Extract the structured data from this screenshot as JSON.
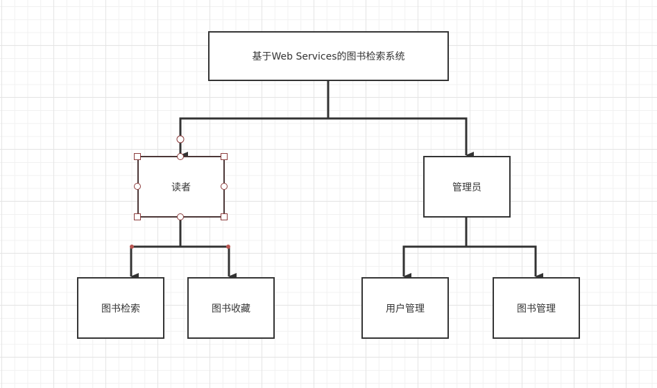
{
  "diagram": {
    "type": "hierarchy",
    "nodes": [
      {
        "id": "root",
        "label": "基于Web Services的图书检索系统",
        "parent": null
      },
      {
        "id": "reader",
        "label": "读者",
        "parent": "root",
        "selected": true
      },
      {
        "id": "admin",
        "label": "管理员",
        "parent": "root"
      },
      {
        "id": "book_search",
        "label": "图书检索",
        "parent": "reader"
      },
      {
        "id": "book_collect",
        "label": "图书收藏",
        "parent": "reader"
      },
      {
        "id": "user_mgmt",
        "label": "用户管理",
        "parent": "admin"
      },
      {
        "id": "book_mgmt",
        "label": "图书管理",
        "parent": "admin"
      }
    ],
    "colors": {
      "stroke": "#333333",
      "selection_handle": "#8b3a3a",
      "waypoint": "#b85450",
      "grid_minor": "#f1f1f1",
      "grid_major": "#e4e4e4"
    }
  }
}
